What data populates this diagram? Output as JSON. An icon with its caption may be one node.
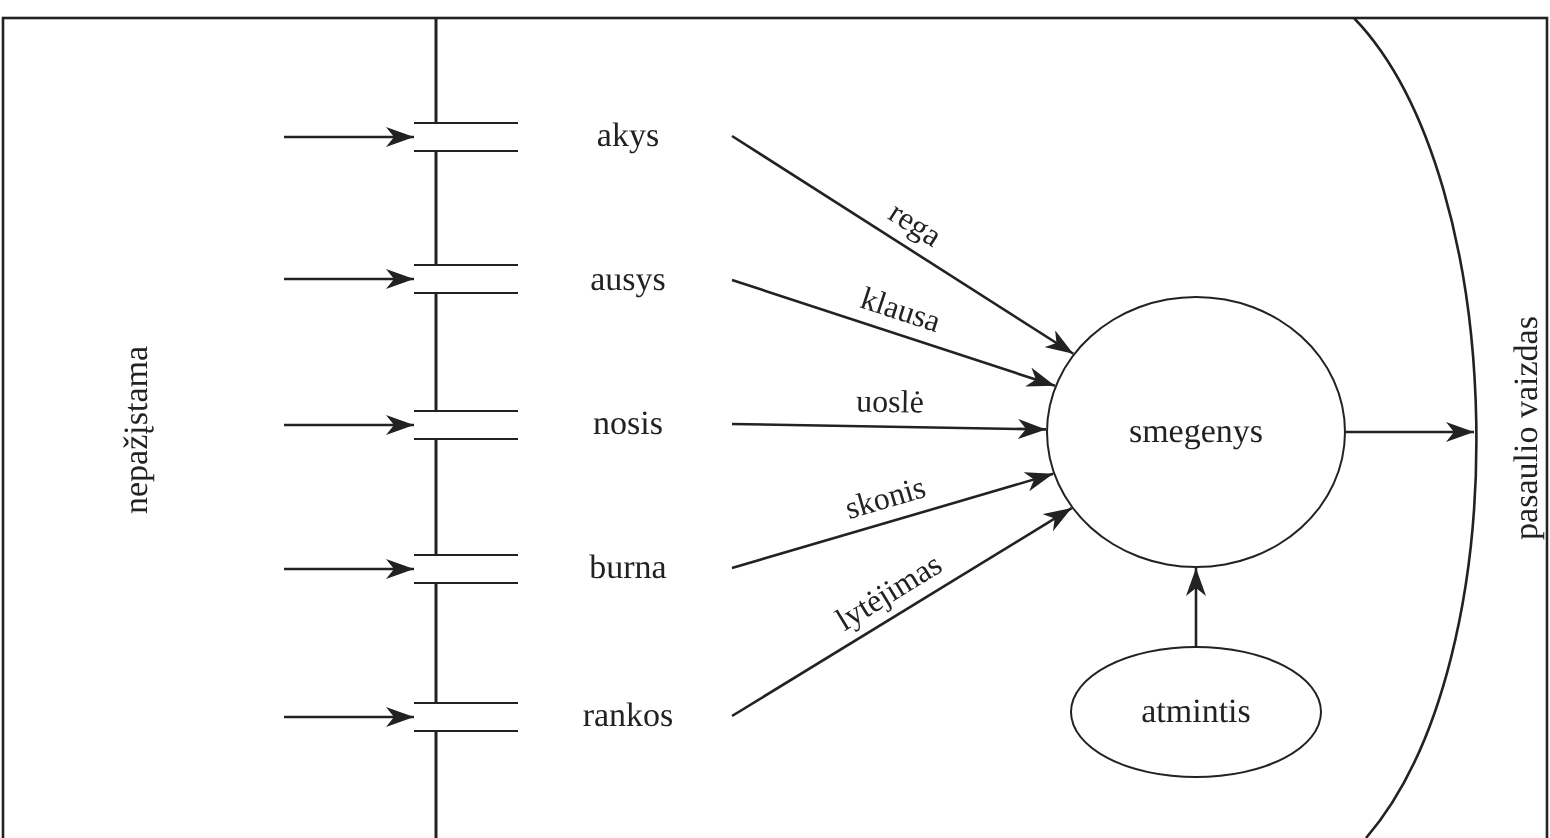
{
  "diagram": {
    "nodes": [
      {
        "text": [
          "akys"
        ]
      },
      {
        "text": [
          "ausys"
        ]
      },
      {
        "text": [
          "nosis"
        ]
      },
      {
        "text": [
          "burna"
        ]
      },
      {
        "text": [
          "rankos"
        ]
      },
      {
        "text": [
          "smegenys"
        ]
      },
      {
        "text": [
          "atmintis"
        ]
      },
      {
        "text": [
          "pasaulio vaizdas"
        ]
      },
      {
        "text": [],
        "shape": "bar"
      },
      {
        "text": [],
        "shape": "bar"
      },
      {
        "text": [],
        "shape": "bar"
      },
      {
        "text": [],
        "shape": "bar"
      },
      {
        "text": [],
        "shape": "bar"
      }
    ],
    "edges": [
      {
        "from": null,
        "to": 8,
        "arrow": "to"
      },
      {
        "from": null,
        "to": 9,
        "arrow": "to"
      },
      {
        "from": null,
        "to": 10,
        "arrow": "to"
      },
      {
        "from": null,
        "to": 11,
        "arrow": "to"
      },
      {
        "from": null,
        "to": 12,
        "arrow": "to"
      },
      {
        "from": 0,
        "to": 5,
        "arrow": "to",
        "label": "rega"
      },
      {
        "from": 1,
        "to": 5,
        "arrow": "to",
        "label": "klausa"
      },
      {
        "from": 2,
        "to": 5,
        "arrow": "to",
        "label": "uoslė"
      },
      {
        "from": 3,
        "to": 5,
        "arrow": "to",
        "label": "skonis"
      },
      {
        "from": 4,
        "to": 5,
        "arrow": "to",
        "label": "lytėjimas"
      },
      {
        "from": 6,
        "to": 5,
        "arrow": "to"
      },
      {
        "from": 5,
        "to": 7,
        "arrow": "to"
      }
    ],
    "labels": [
      "nepažįstama"
    ]
  }
}
